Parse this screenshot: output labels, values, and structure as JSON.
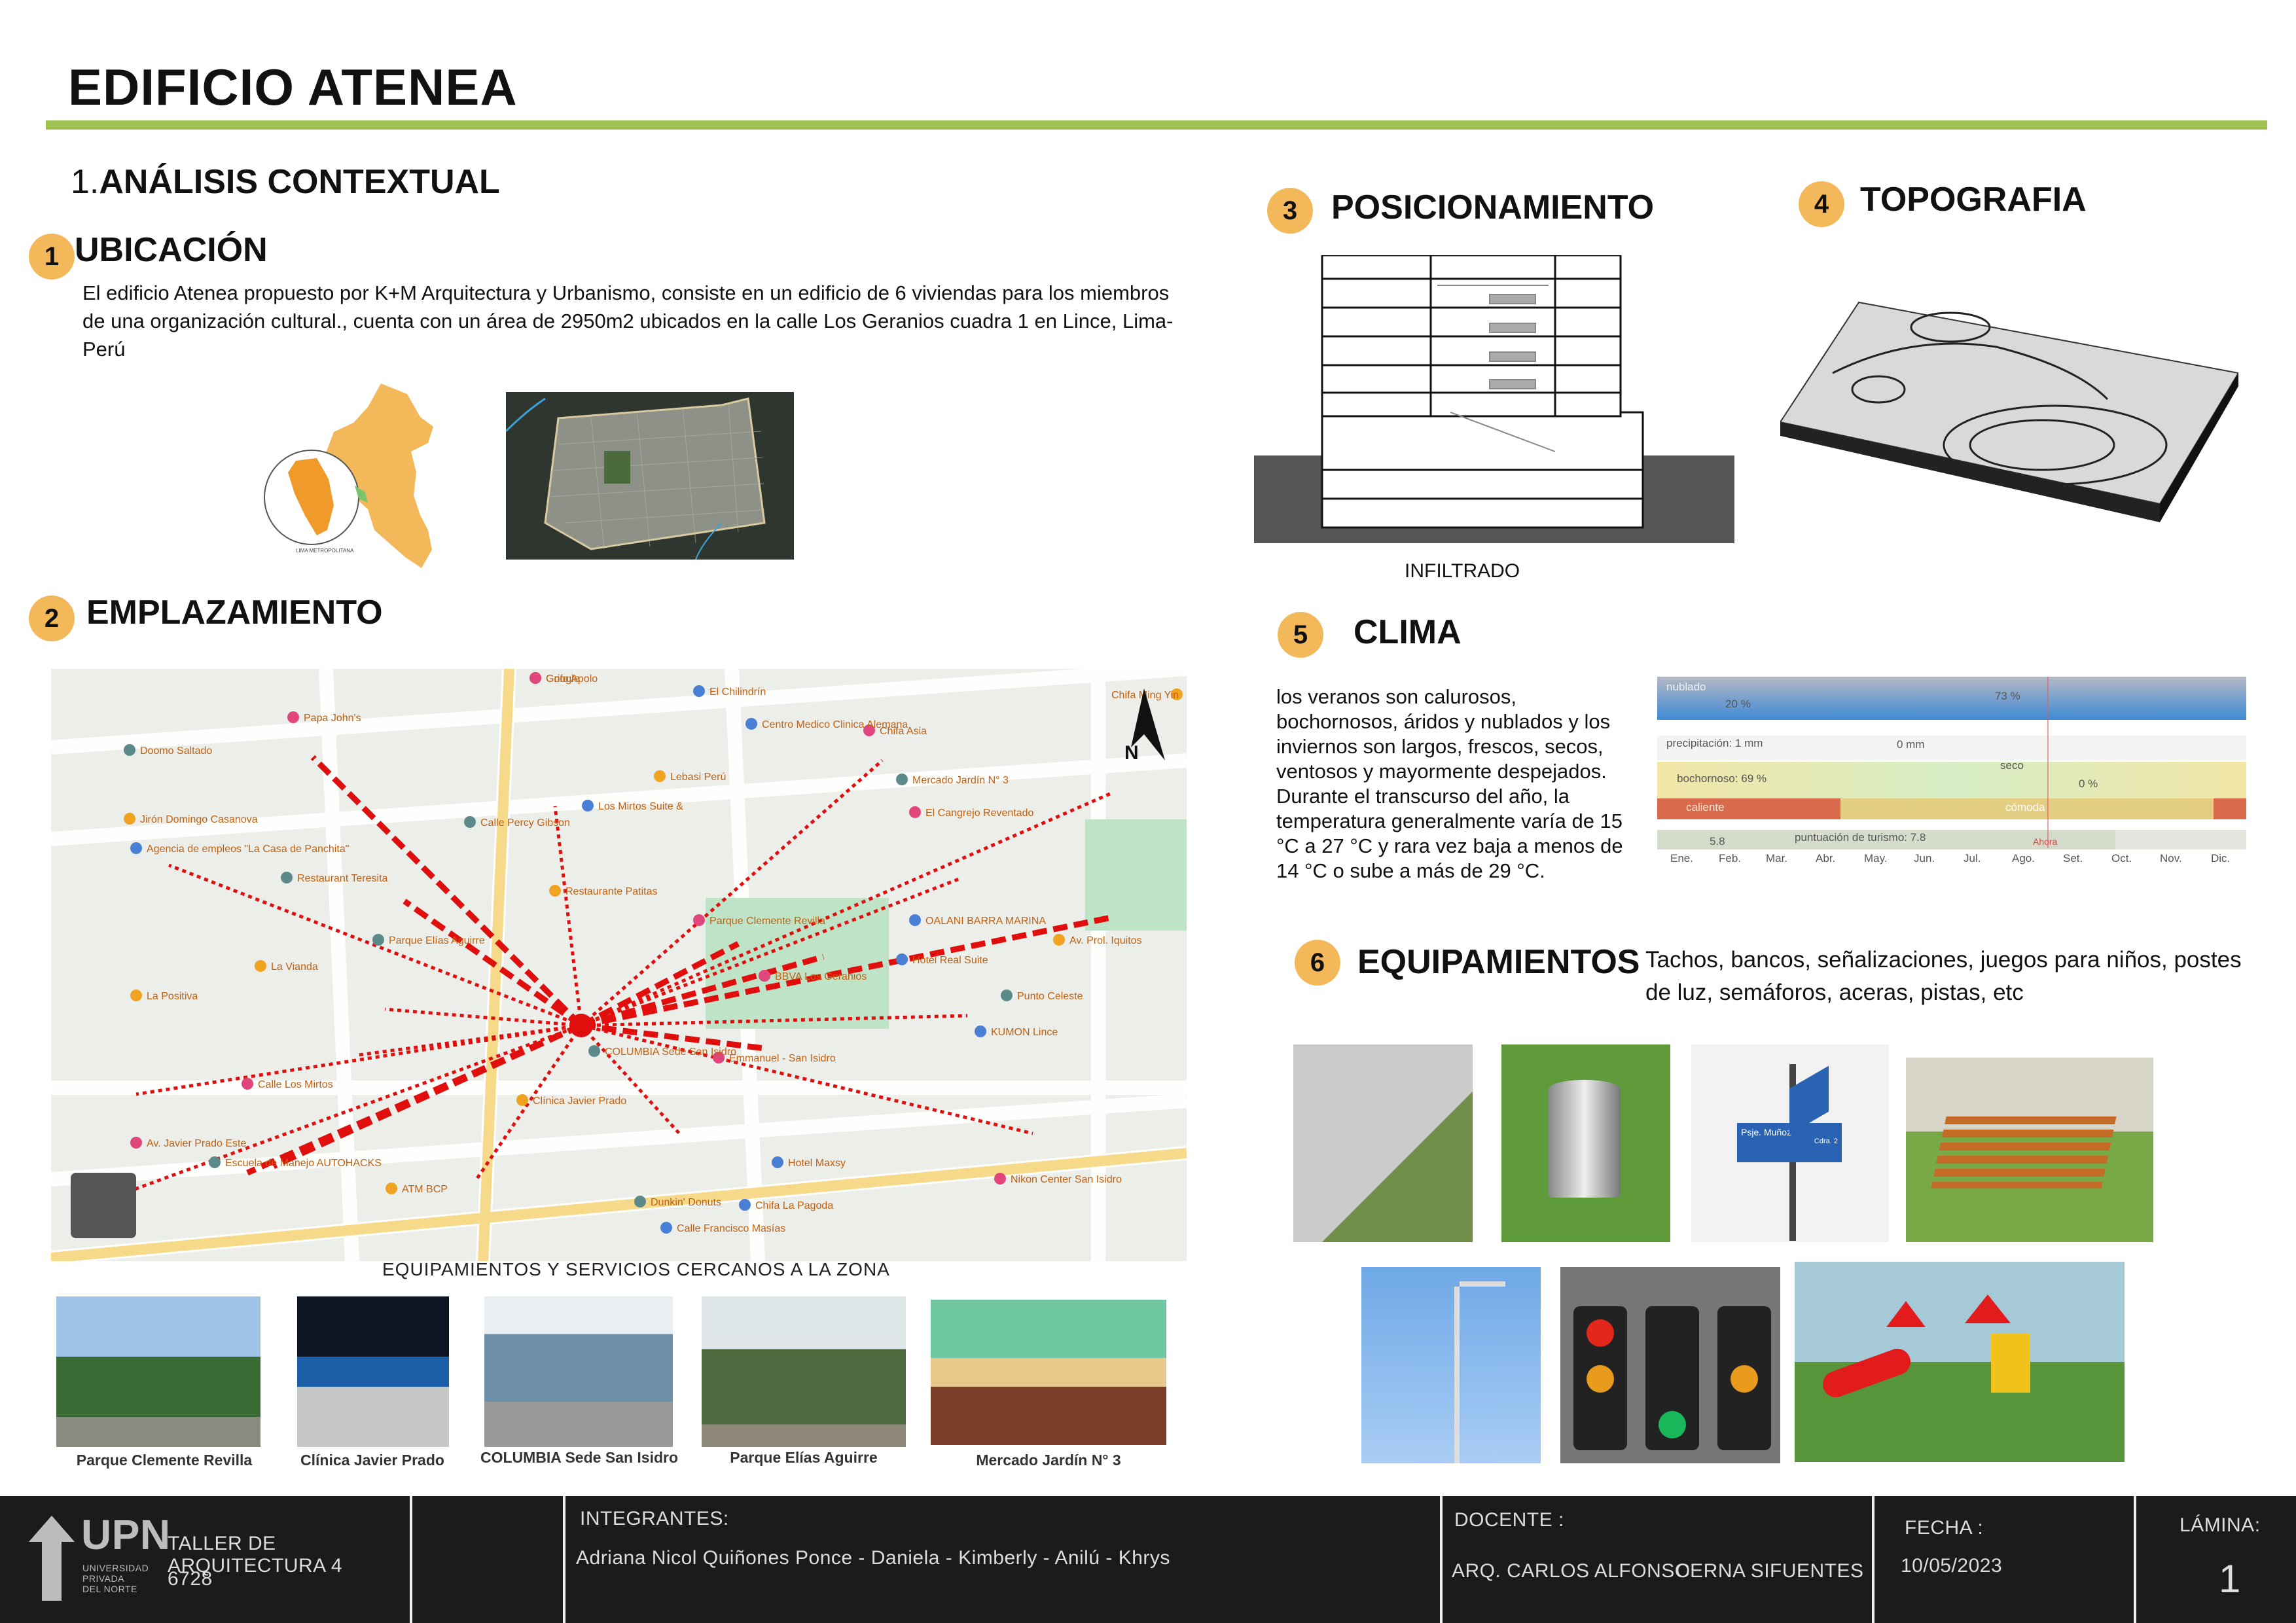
{
  "doc_title": "EDIFICIO ATENEA",
  "section1": {
    "number": "1.",
    "title": "ANÁLISIS CONTEXTUAL"
  },
  "ubicacion": {
    "badge": "1",
    "title": "UBICACIÓN",
    "text": "El edificio Atenea propuesto por K+M Arquitectura y Urbanismo, consiste en un edificio de 6 viviendas para los miembros de una organización cultural., cuenta con un área de 2950m2 ubicados en la calle Los Geranios cuadra 1 en Lince, Lima- Perú",
    "map_label": "LIMA METROPOLITANA"
  },
  "emplazamiento": {
    "badge": "2",
    "title": "EMPLAZAMIENTO",
    "compass": "N",
    "caption": "EQUIPAMIENTOS Y SERVICIOS CERCANOS A LA ZONA",
    "map_labels": [
      "Grifo Apolo",
      "El Chilindrín",
      "Papa John's",
      "Doomo Saltado",
      "Jirón Domingo Casanova",
      "Agencia de empleos \"La Casa de Panchita\"",
      "Chifa Asia",
      "Mercado Jardín N° 3",
      "Lebasi Perú",
      "Los Mirtos Suite &",
      "El Cangrejo Reventado",
      "Restaurant Teresita",
      "Restaurante Patitas",
      "OALANI BARRA MARINA",
      "Parque Clemente Revilla",
      "Parque Elías Aguirre",
      "La Vianda",
      "Hotel Real Suite",
      "BBVA Los Geranios",
      "Punto Celeste",
      "La Positiva",
      "KUMON Lince",
      "Emmanuel - San Isidro",
      "COLUMBIA Sede San Isidro",
      "Clínica Javier Prado",
      "Hotel Maxsy",
      "Av. Javier Prado Este",
      "Escuela de Manejo AUTOHACKS",
      "ATM BCP",
      "Chifa La Pagoda",
      "Nikon Center San Isidro",
      "Dunkin' Donuts",
      "Chifa Ming Yin",
      "Centro Medico Clinica Alemana",
      "Calle Los Mirtos",
      "Calle Percy Gibson",
      "Av. Prol. Iquitos",
      "Calle Francisco Masías",
      "Google"
    ],
    "photos": [
      {
        "caption": "Parque Clemente Revilla"
      },
      {
        "caption": "Clínica Javier Prado"
      },
      {
        "caption": "COLUMBIA Sede San Isidro"
      },
      {
        "caption": "Parque Elías Aguirre"
      },
      {
        "caption": "Mercado Jardín N° 3"
      }
    ]
  },
  "posicionamiento": {
    "badge": "3",
    "title": "POSICIONAMIENTO",
    "caption": "INFILTRADO"
  },
  "topografia": {
    "badge": "4",
    "title": "TOPOGRAFIA"
  },
  "clima": {
    "badge": "5",
    "title": "CLIMA",
    "text": "los veranos son calurosos, bochornosos, áridos y nublados y los inviernos son largos, frescos, secos, ventosos y mayormente despejados. Durante el transcurso del año, la temperatura generalmente varía de 15 °C a 27 °C y rara vez baja a menos de 14 °C o sube a más de 29 °C.",
    "chart": {
      "row1_label": "nublado",
      "row1_v1": "20 %",
      "row1_v2": "73 %",
      "row2_label": "precipitación: 1 mm",
      "row2_v": "0 mm",
      "row3_label": "bochornoso: 69 %",
      "row3_seco": "seco",
      "row3_v": "0 %",
      "row4_label": "caliente",
      "row4_v": "cómoda",
      "row5_v": "5.8",
      "row5_label": "puntuación de turismo: 7.8",
      "row5_mark": "Ahora",
      "months": [
        "Ene.",
        "Feb.",
        "Mar.",
        "Abr.",
        "May.",
        "Jun.",
        "Jul.",
        "Ago.",
        "Set.",
        "Oct.",
        "Nov.",
        "Dic."
      ]
    }
  },
  "equipamientos": {
    "badge": "6",
    "title": "EQUIPAMIENTOS",
    "text": "Tachos, bancos, señalizaciones, juegos para niños, postes de luz, semáforos, aceras, pistas, etc",
    "sign_text_1": "Psje. Muñoz",
    "sign_text_2": "Cdra. 2"
  },
  "footer": {
    "logo": "UPN",
    "logo_sub": "UNIVERSIDAD PRIVADA DEL NORTE",
    "course": "TALLER DE ARQUITECTURA  4",
    "code": "6728",
    "integrantes_label": "INTEGRANTES:",
    "integrantes": "Adriana Nicol Quiñones Ponce - Daniela - Kimberly - Anilú - Khrys",
    "docente_label": "DOCENTE :",
    "docente_1": "ARQ. CARLOS ALFONSO",
    "docente_2": "CERNA SIFUENTES",
    "fecha_label": "FECHA :",
    "fecha": "10/05/2023",
    "lamina_label": "LÁMINA:",
    "lamina": "1"
  }
}
